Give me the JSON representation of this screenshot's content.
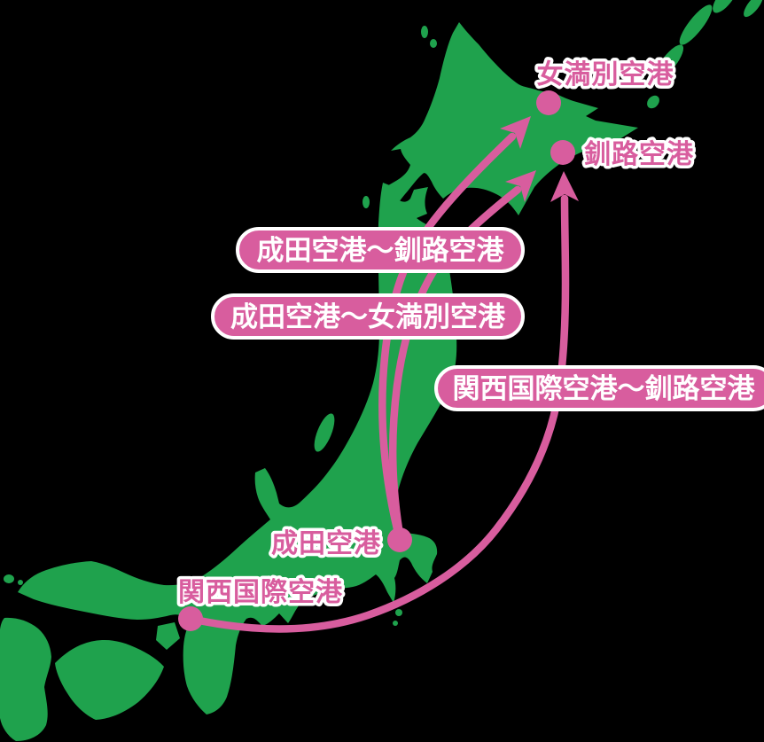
{
  "map": {
    "colors": {
      "background": "#000000",
      "land_green": "#1fa24d",
      "route_pink": "#d85d9e",
      "label_text_white": "#ffffff"
    },
    "airports": [
      {
        "id": "memanbetsu",
        "name": "女満別空港"
      },
      {
        "id": "kushiro",
        "name": "釧路空港"
      },
      {
        "id": "narita",
        "name": "成田空港"
      },
      {
        "id": "kansai",
        "name": "関西国際空港"
      }
    ],
    "routes": [
      {
        "id": "narita-kushiro",
        "label": "成田空港～釧路空港"
      },
      {
        "id": "narita-memanbetsu",
        "label": "成田空港～女満別空港"
      },
      {
        "id": "kansai-kushiro",
        "label": "関西国際空港～釧路空港"
      }
    ]
  }
}
